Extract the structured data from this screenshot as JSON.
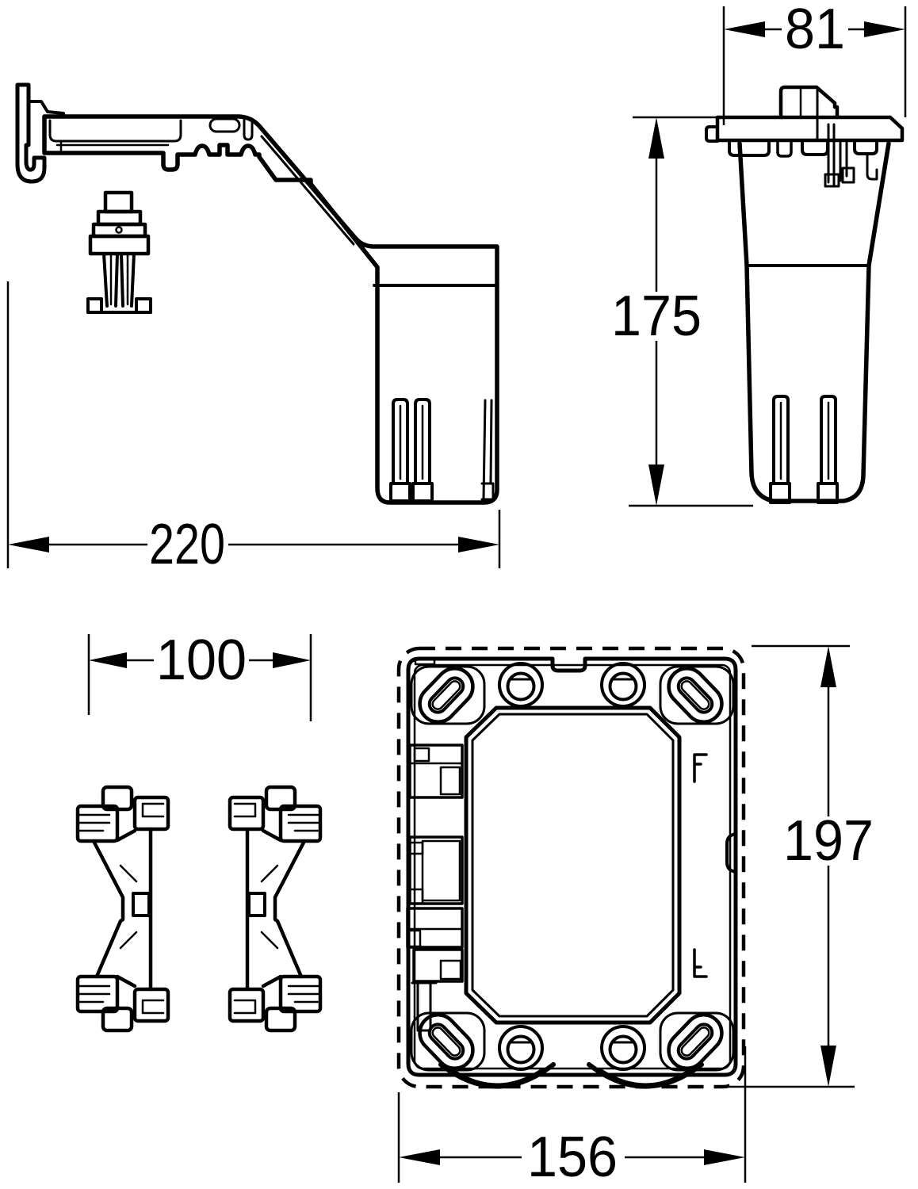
{
  "drawing": {
    "type": "technical-dimension-drawing",
    "colors": {
      "line": "#000000",
      "background": "#ffffff"
    },
    "dims": {
      "d220": "220",
      "d81": "81",
      "d175": "175",
      "d100": "100",
      "d197": "197",
      "d156": "156"
    }
  }
}
